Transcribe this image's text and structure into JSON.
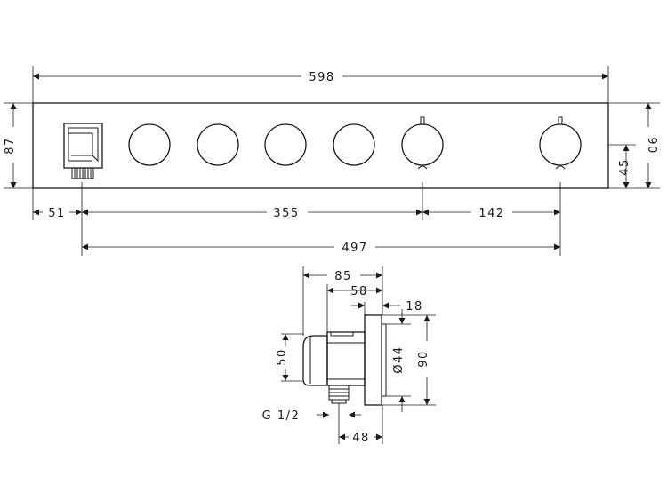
{
  "front_view": {
    "dimensions": {
      "overall_width": "598",
      "height_left": "87",
      "height_right": "90",
      "outlet_height": "45",
      "offset_left": "51",
      "span_middle": "355",
      "span_right": "142",
      "span_total": "497"
    }
  },
  "side_view": {
    "dimensions": {
      "depth_total": "85",
      "depth_body": "58",
      "plate_thickness": "18",
      "elbow_height": "50",
      "plate_height": "90",
      "diameter": "Ø44",
      "thread": "G 1/2",
      "thread_offset": "48"
    }
  }
}
